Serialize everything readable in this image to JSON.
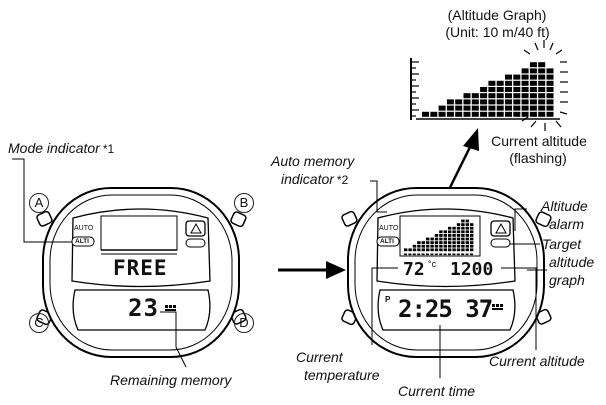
{
  "graph": {
    "title": "(Altitude Graph)",
    "unit": "(Unit:  10 m/40 ft)",
    "current_caption_1": "Current altitude",
    "current_caption_2": "(flashing)"
  },
  "left_watch": {
    "mode_indicator_label": "Mode indicator",
    "note1": "*1",
    "auto": "AUTO",
    "alti": "ALTI",
    "display_text": "FREE",
    "remaining_value": "23",
    "remaining_label": "Remaining memory",
    "buttons": [
      "A",
      "B",
      "C",
      "D"
    ]
  },
  "right_watch": {
    "auto_memory_label_1": "Auto memory",
    "auto_memory_label_2": "indicator",
    "note2": "*2",
    "auto": "AUTO",
    "alti": "ALTI",
    "temperature": "72",
    "temp_unit": "°c",
    "altitude_value": "1200",
    "time_prefix": "P",
    "time_value": "2:25 37",
    "labels": {
      "altitude_alarm_1": "Altitude",
      "altitude_alarm_2": "alarm",
      "target_1": "Target",
      "target_2": "altitude",
      "target_3": "graph",
      "current_temperature_1": "Current",
      "current_temperature_2": "temperature",
      "current_time": "Current time",
      "current_altitude": "Current altitude"
    }
  },
  "graph_levels": [
    1,
    1,
    2,
    3,
    3,
    4,
    4,
    5,
    6,
    6,
    7,
    7,
    8,
    9,
    9,
    8
  ],
  "icon_names": [
    "arrow-right-icon",
    "arrow-up-icon",
    "alarm-bell-icon",
    "memory-icon"
  ]
}
